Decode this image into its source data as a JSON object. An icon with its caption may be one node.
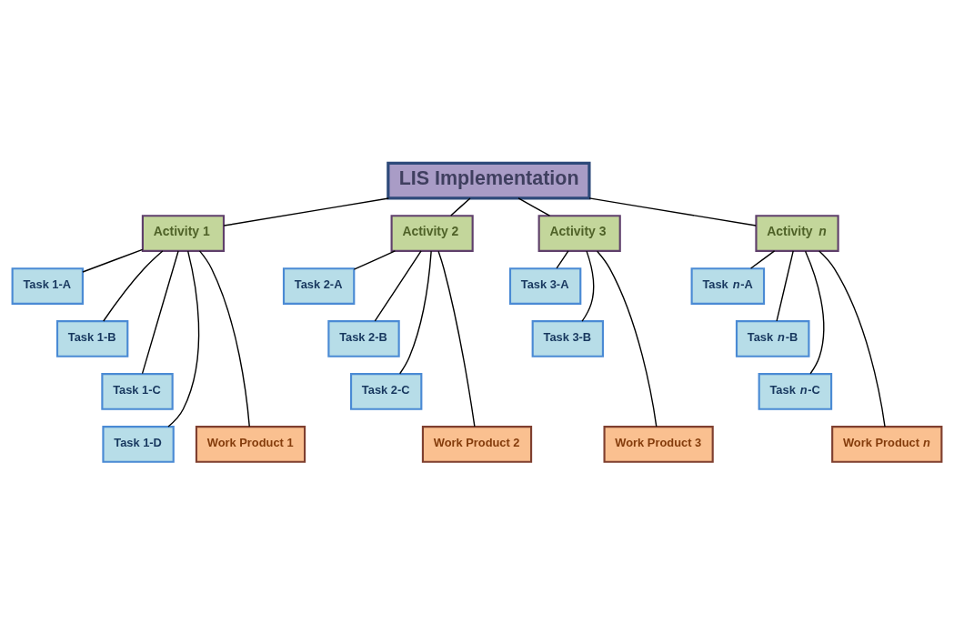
{
  "diagram": {
    "nodes": [
      {
        "text": [
          "LIS Implementation"
        ]
      },
      {
        "text": [
          "Activity 1"
        ]
      },
      {
        "text": [
          "Activity 2"
        ]
      },
      {
        "text": [
          "Activity 3"
        ]
      },
      {
        "text": [
          "Activity *n*"
        ]
      },
      {
        "text": [
          "Task 1-A"
        ]
      },
      {
        "text": [
          "Task 1-B"
        ]
      },
      {
        "text": [
          "Task 1-C"
        ]
      },
      {
        "text": [
          "Task 1-D"
        ]
      },
      {
        "text": [
          "Task 2-A"
        ]
      },
      {
        "text": [
          "Task 2-B"
        ]
      },
      {
        "text": [
          "Task 2-C"
        ]
      },
      {
        "text": [
          "Task 3-A"
        ]
      },
      {
        "text": [
          "Task 3-B"
        ]
      },
      {
        "text": [
          "Task *n*-A"
        ]
      },
      {
        "text": [
          "Task *n*-B"
        ]
      },
      {
        "text": [
          "Task *n*-C"
        ]
      },
      {
        "text": [
          "Work Product 1"
        ]
      },
      {
        "text": [
          "Work Product 2"
        ]
      },
      {
        "text": [
          "Work Product 3"
        ]
      },
      {
        "text": [
          "Work Product *n*"
        ]
      }
    ],
    "edges": [
      {
        "from": 0,
        "to": 1,
        "arrow": "none"
      },
      {
        "from": 0,
        "to": 2,
        "arrow": "none"
      },
      {
        "from": 0,
        "to": 3,
        "arrow": "none"
      },
      {
        "from": 0,
        "to": 4,
        "arrow": "none"
      },
      {
        "from": 1,
        "to": 5,
        "arrow": "none"
      },
      {
        "from": 1,
        "to": 6,
        "arrow": "none"
      },
      {
        "from": 1,
        "to": 7,
        "arrow": "none"
      },
      {
        "from": 1,
        "to": 8,
        "arrow": "none"
      },
      {
        "from": 1,
        "to": 17,
        "arrow": "none"
      },
      {
        "from": 2,
        "to": 9,
        "arrow": "none"
      },
      {
        "from": 2,
        "to": 10,
        "arrow": "none"
      },
      {
        "from": 2,
        "to": 11,
        "arrow": "none"
      },
      {
        "from": 2,
        "to": 18,
        "arrow": "none"
      },
      {
        "from": 3,
        "to": 12,
        "arrow": "none"
      },
      {
        "from": 3,
        "to": 13,
        "arrow": "none"
      },
      {
        "from": 3,
        "to": 19,
        "arrow": "none"
      },
      {
        "from": 4,
        "to": 14,
        "arrow": "none"
      },
      {
        "from": 4,
        "to": 15,
        "arrow": "none"
      },
      {
        "from": 4,
        "to": 16,
        "arrow": "none"
      },
      {
        "from": 4,
        "to": 20,
        "arrow": "none"
      }
    ]
  }
}
